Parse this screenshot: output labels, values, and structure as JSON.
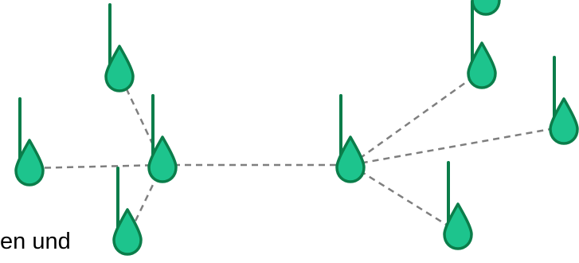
{
  "diagram": {
    "type": "network-topology",
    "node_color": "#1dc48d",
    "node_stroke_color": "#0b7d4a",
    "link_color": "#7f7f7f",
    "link_style": "dashed",
    "nodes": [
      {
        "id": "n1"
      },
      {
        "id": "n2"
      },
      {
        "id": "n3"
      },
      {
        "id": "n4"
      },
      {
        "id": "n5"
      },
      {
        "id": "n6"
      },
      {
        "id": "n7"
      },
      {
        "id": "n8"
      },
      {
        "id": "n9"
      }
    ],
    "links": [
      {
        "from": "n3",
        "to": "n1"
      },
      {
        "from": "n3",
        "to": "n2"
      },
      {
        "from": "n3",
        "to": "n4"
      },
      {
        "from": "n3",
        "to": "n5"
      },
      {
        "from": "n5",
        "to": "n6"
      },
      {
        "from": "n5",
        "to": "n7"
      },
      {
        "from": "n5",
        "to": "n8"
      }
    ]
  },
  "partial_text": "en und"
}
